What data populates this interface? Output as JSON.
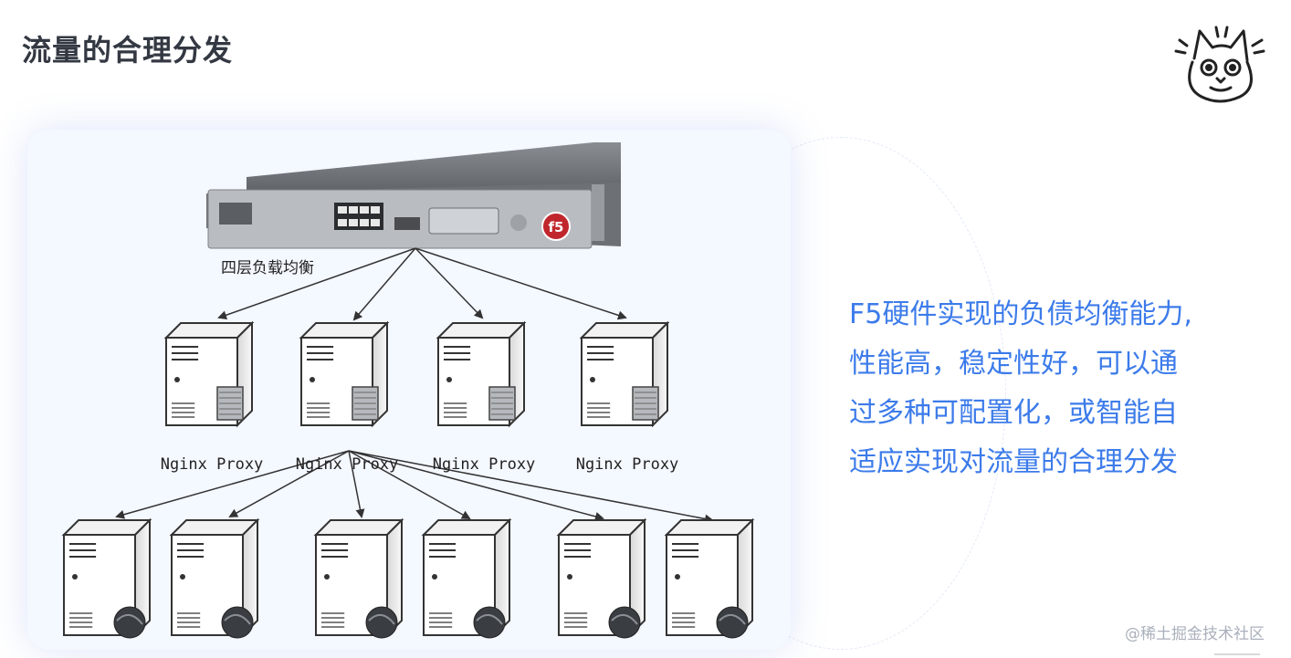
{
  "header": {
    "title": "流量的合理分发"
  },
  "diagram": {
    "device_badge": "f5",
    "l4_label": "四层负载均衡",
    "proxy_label": "Nginx Proxy"
  },
  "description": {
    "lines": [
      "F5硬件实现的负债均衡能力,",
      "性能高，稳定性好，可以通",
      "过多种可配置化，或智能自",
      "适应实现对流量的合理分发"
    ]
  },
  "footer": {
    "watermark": "@稀土掘金技术社区"
  },
  "colors": {
    "accent": "#3c7bea",
    "title": "#333842",
    "card": "#f4f8ff"
  }
}
